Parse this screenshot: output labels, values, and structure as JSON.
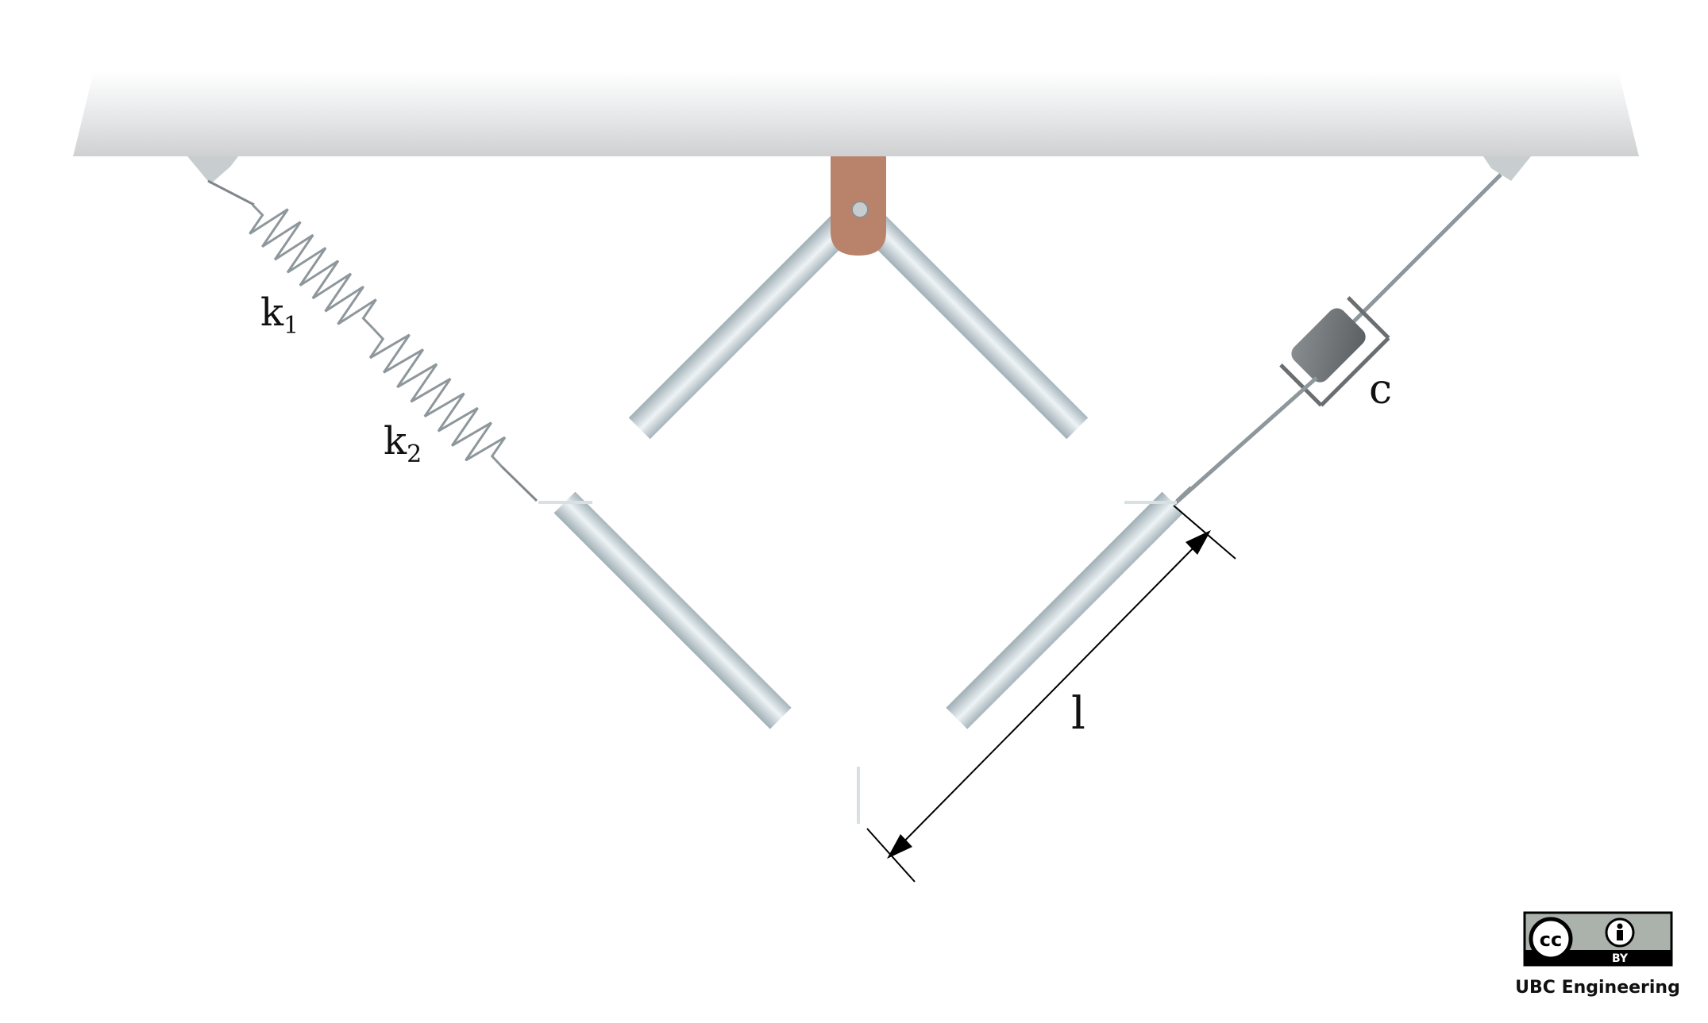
{
  "labels": {
    "spring1_letter": "k",
    "spring1_sub": "1",
    "spring2_letter": "k",
    "spring2_sub": "2",
    "damper": "c",
    "length": "l"
  },
  "license": {
    "cc_text": "cc",
    "by_text": "BY",
    "credit": "UBC Engineering"
  },
  "colors": {
    "ceiling": "#d9dadb",
    "rod": "#c9d3d8",
    "hinge": "#b9826a",
    "damper_body": "#6a6e70",
    "spring": "#9aa2a6",
    "arrow": "#000000"
  }
}
